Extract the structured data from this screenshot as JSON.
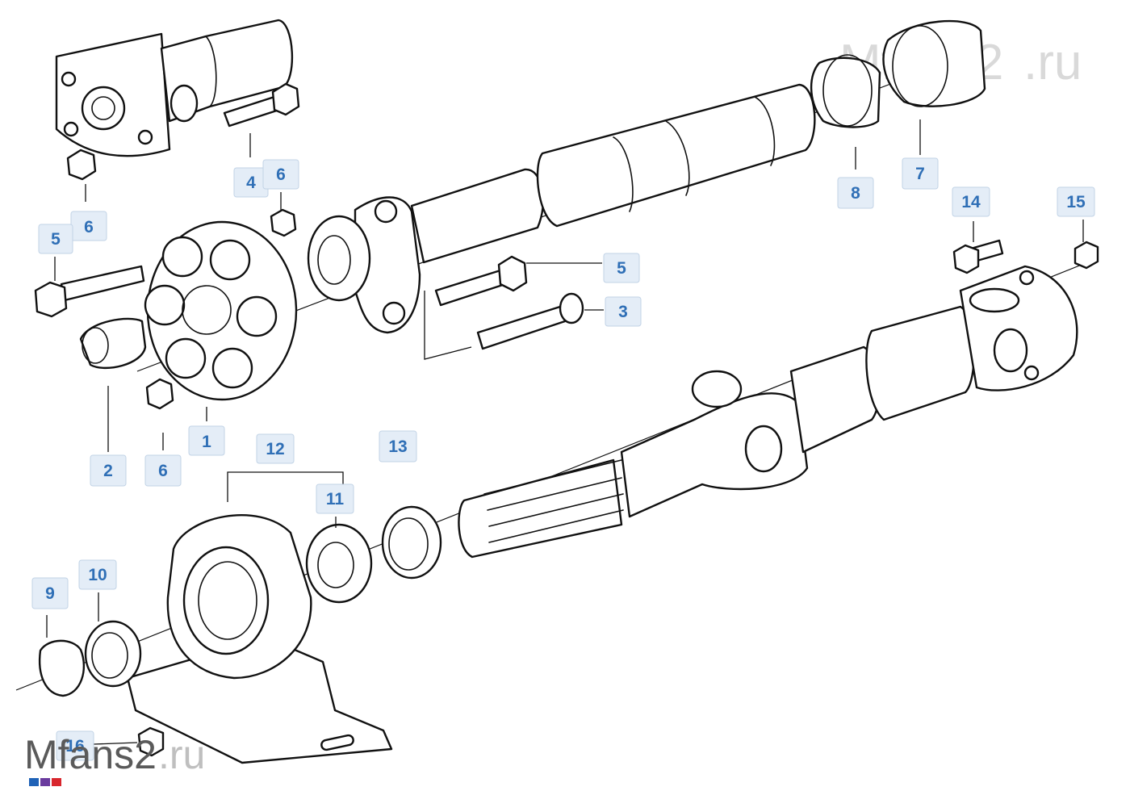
{
  "watermark": {
    "top_brand": "Mfans2",
    "top_suffix": ".ru",
    "bottom_brand": "Mfans2",
    "bottom_suffix": ".ru"
  },
  "callouts": [
    {
      "id": "c1",
      "label": "1"
    },
    {
      "id": "c2",
      "label": "2"
    },
    {
      "id": "c3",
      "label": "3"
    },
    {
      "id": "c4",
      "label": "4"
    },
    {
      "id": "c5a",
      "label": "5"
    },
    {
      "id": "c5b",
      "label": "5"
    },
    {
      "id": "c6a",
      "label": "6"
    },
    {
      "id": "c6b",
      "label": "6"
    },
    {
      "id": "c6c",
      "label": "6"
    },
    {
      "id": "c7",
      "label": "7"
    },
    {
      "id": "c8",
      "label": "8"
    },
    {
      "id": "c9",
      "label": "9"
    },
    {
      "id": "c10",
      "label": "10"
    },
    {
      "id": "c11",
      "label": "11"
    },
    {
      "id": "c12",
      "label": "12"
    },
    {
      "id": "c13",
      "label": "13"
    },
    {
      "id": "c14",
      "label": "14"
    },
    {
      "id": "c15",
      "label": "15"
    },
    {
      "id": "c16",
      "label": "16"
    }
  ],
  "colors": {
    "callout_text": "#2f6fb6",
    "callout_fill": "#e4edf7",
    "line": "#111111"
  }
}
